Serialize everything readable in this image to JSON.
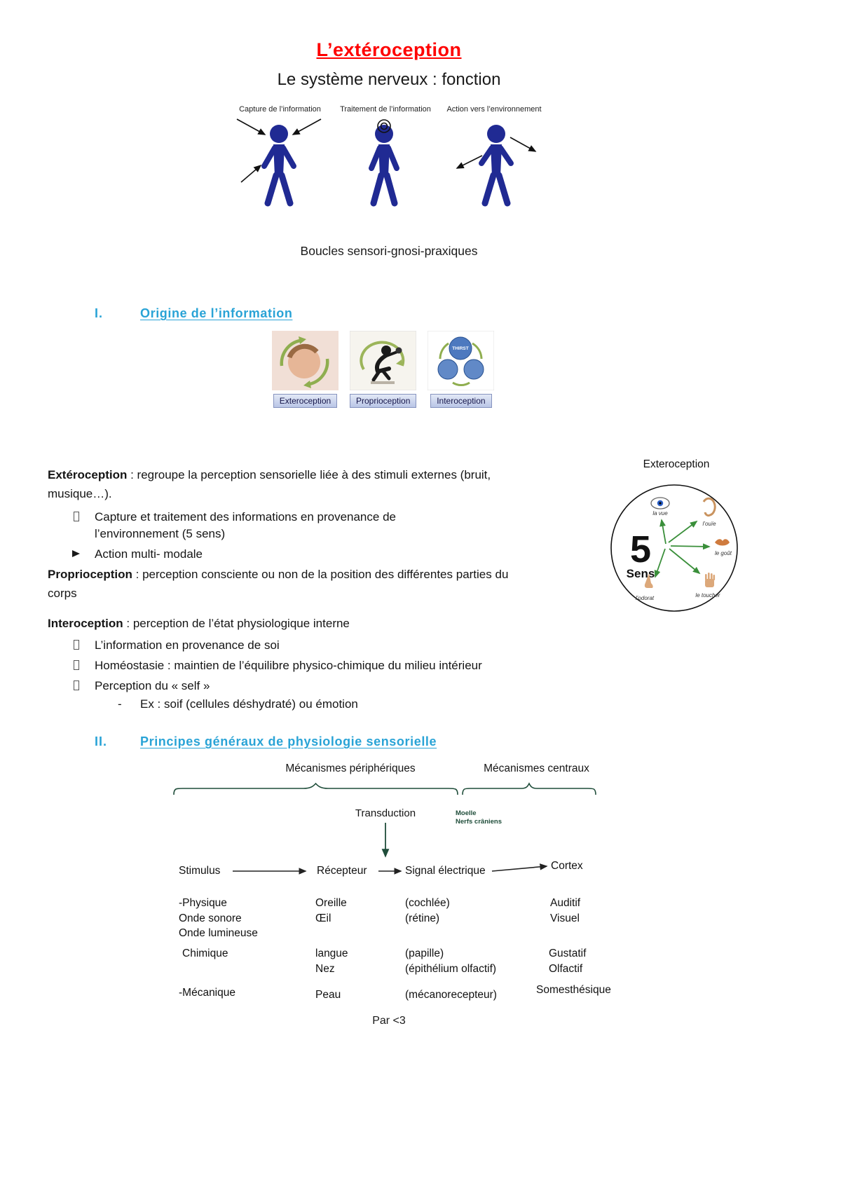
{
  "header": {
    "title": "L’extéroception",
    "subtitle": "Le système nerveux : fonction"
  },
  "nervous_diagram": {
    "labels": [
      "Capture de l’information",
      "Traitement de l’information",
      "Action vers l’environnement"
    ],
    "caption": "Boucles sensori-gnosi-praxiques"
  },
  "section1": {
    "number": "I.",
    "title": "Origine de l’information",
    "thumbs": [
      {
        "label": "Exteroception"
      },
      {
        "label": "Proprioception"
      },
      {
        "label": "Interoception",
        "inner_text": "THIRST"
      }
    ]
  },
  "definitions": {
    "exteroception": {
      "term": "Extéroception",
      "desc": " : regroupe la perception sensorielle liée à des stimuli externes (bruit, musique…).",
      "bullet1": "Capture et traitement des informations en provenance de l’environnement (5 sens)",
      "bullet2": "Action multi- modale"
    },
    "proprioception": {
      "term": "Proprioception",
      "desc": " : perception consciente ou non de la position des différentes parties du corps"
    },
    "interoception": {
      "term": "Interoception",
      "desc": " : perception de l’état physiologique interne",
      "bullets": [
        "L’information en provenance de soi",
        "Homéostasie : maintien de l’équilibre physico-chimique du milieu intérieur",
        "Perception du « self »"
      ],
      "sub_bullet_marker": "-",
      "sub_bullet": "Ex : soif (cellules déshydraté) ou émotion"
    }
  },
  "senses_diagram": {
    "title": "Exteroception",
    "number": "5",
    "label": "Sens",
    "senses": [
      "la vue",
      "l’ouïe",
      "le goût",
      "le toucher",
      "l’odorat"
    ]
  },
  "section2": {
    "number": "II.",
    "title": "Principes généraux de physiologie sensorielle"
  },
  "physiology": {
    "peripheral": "Mécanismes périphériques",
    "central": "Mécanismes centraux",
    "transduction": "Transduction",
    "spine": [
      "Moelle",
      "Nerfs crâniens"
    ],
    "flow": [
      "Stimulus",
      "Récepteur",
      "Signal électrique",
      "Cortex"
    ],
    "rows": [
      {
        "stimulus": [
          "-Physique",
          "Onde sonore",
          "Onde lumineuse"
        ],
        "receptor": [
          "Oreille",
          "Œil"
        ],
        "signal": [
          "(cochlée)",
          "(rétine)"
        ],
        "cortex": [
          "Auditif",
          "Visuel"
        ]
      },
      {
        "stimulus": [
          "Chimique"
        ],
        "receptor": [
          "langue",
          "Nez"
        ],
        "signal": [
          "(papille)",
          "(épithélium olfactif)"
        ],
        "cortex": [
          "Gustatif",
          "Olfactif"
        ]
      },
      {
        "stimulus": [
          "-Mécanique"
        ],
        "receptor": [
          "Peau"
        ],
        "signal": [
          "(mécanorecepteur)"
        ],
        "cortex": [
          "Somesthésique"
        ]
      }
    ]
  },
  "footer": "Par <3",
  "colors": {
    "title_red": "#ff0000",
    "heading_cyan": "#29a3d6",
    "figure_navy": "#202a93",
    "diagram_teal": "#1f4d3a",
    "arrow_green": "#3a8f3a",
    "button_blue": "#b9c5e6"
  }
}
